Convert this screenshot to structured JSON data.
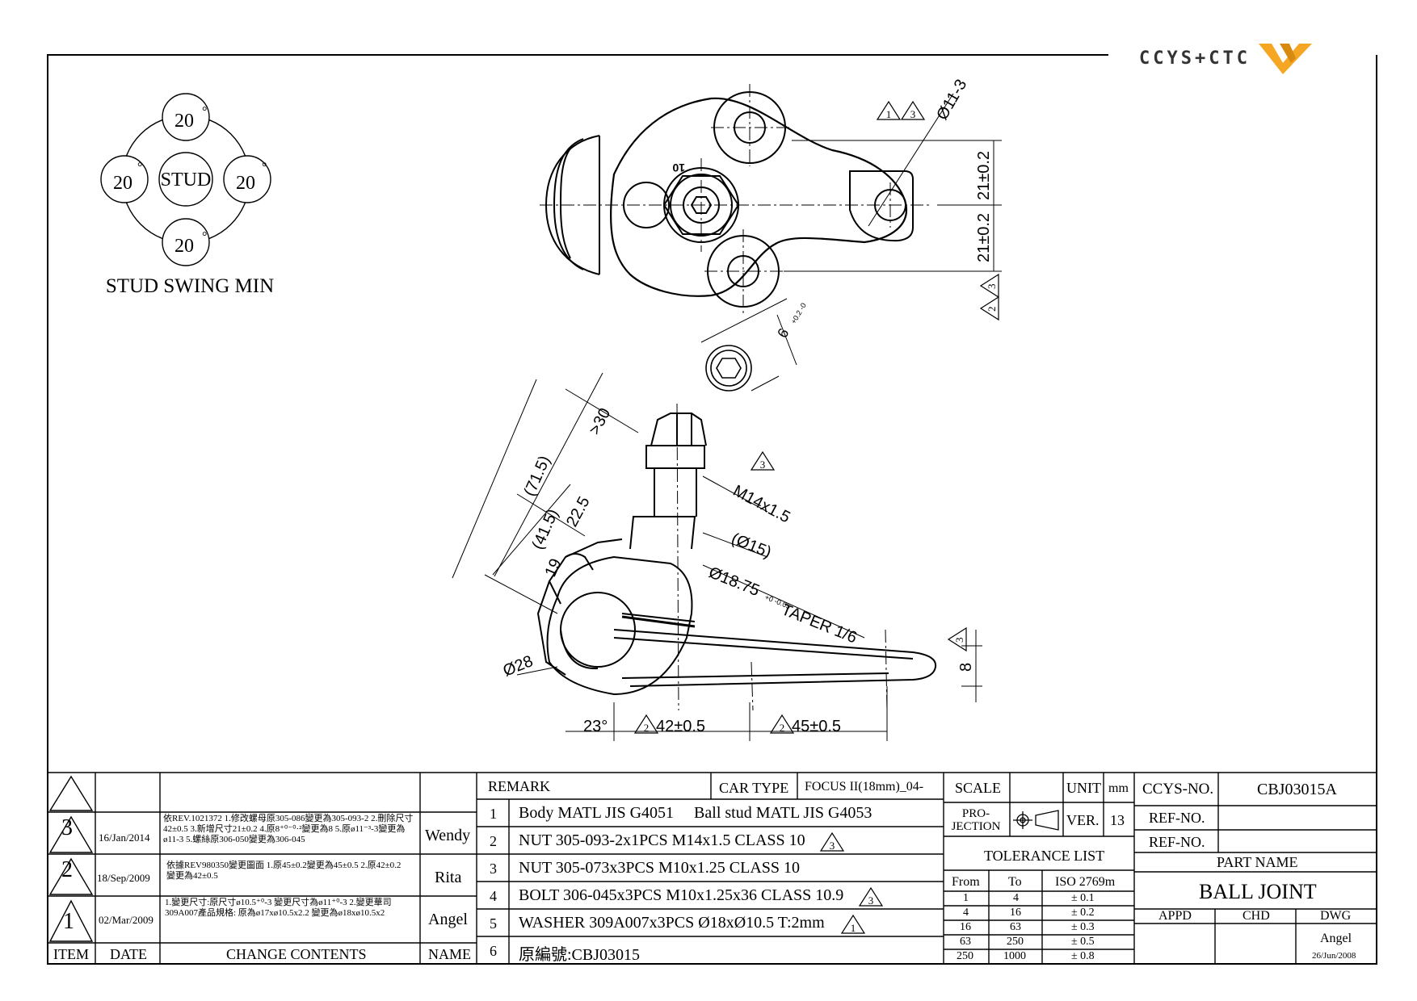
{
  "logo": {
    "text": "CCYS+CTC"
  },
  "stud_swing": {
    "title": "STUD SWING MIN",
    "center": "STUD",
    "angles": [
      "20",
      "20",
      "20",
      "20"
    ],
    "degree_mark": "°"
  },
  "dims": {
    "hole_dia": "Ø11-3",
    "spacing_1": "21±0.2",
    "spacing_2": "21±0.2",
    "len_30": ">30",
    "len_715": "(71.5)",
    "len_415": "(41.5)",
    "len_225": "22.5",
    "len_19": "19",
    "thread": "M14x1.5",
    "dia_15": "(Ø15)",
    "taper_dia": "Ø18.75",
    "taper_tol": "+0 -0.05",
    "taper": "TAPER 1/6",
    "dia_28": "Ø28",
    "thick_8": "8",
    "angle_23": "23°",
    "dist_42": "42±0.5",
    "dist_45": "45±0.5",
    "hex_6": "6",
    "hex_tol": "+0.2 -0",
    "nut_mark": "10",
    "rev_marks": [
      "1",
      "3",
      "2",
      "3",
      "3",
      "2",
      "2",
      "3"
    ]
  },
  "changes": {
    "headers": {
      "item": "ITEM",
      "date": "DATE",
      "contents": "CHANGE CONTENTS",
      "name": "NAME"
    },
    "rows": [
      {
        "item": "3",
        "date": "16/Jan/2014",
        "name": "Wendy",
        "content": "依REV.1021372 1.修改螺母原305-086變更為305-093-2 2.刪除尺寸42±0.5 3.新增尺寸21±0.2 4.原8⁺⁰⁻⁰·²變更為8 5.原ø11⁻³-3變更為ø11-3 5.螺絲原306-050變更為306-045"
      },
      {
        "item": "2",
        "date": "18/Sep/2009",
        "name": "Rita",
        "content": "依據REV980350變更圖面 1.原45±0.2變更為45±0.5 2.原42±0.2變更為42±0.5"
      },
      {
        "item": "1",
        "date": "02/Mar/2009",
        "name": "Angel",
        "content": "1.變更尺寸:原尺寸ø10.5⁺⁰-3 變更尺寸為ø11⁺⁰-3 2.變更華司309A007產品規格: 原為ø17xø10.5x2.2 變更為ø18xø10.5x2"
      }
    ]
  },
  "remark": {
    "label": "REMARK",
    "car_type_label": "CAR TYPE",
    "car_type": "FOCUS II(18mm)_04-",
    "rows": [
      {
        "n": "1",
        "text": "Body MATL JIS G4051     Ball stud MATL JIS G4053",
        "rev": ""
      },
      {
        "n": "2",
        "text": "NUT 305-093-2x1PCS M14x1.5 CLASS 10",
        "rev": "3"
      },
      {
        "n": "3",
        "text": "NUT 305-073x3PCS M10x1.25 CLASS 10",
        "rev": ""
      },
      {
        "n": "4",
        "text": "BOLT 306-045x3PCS M10x1.25x36 CLASS 10.9",
        "rev": "3"
      },
      {
        "n": "5",
        "text": "WASHER 309A007x3PCS Ø18xØ10.5 T:2mm",
        "rev": "1"
      },
      {
        "n": "6",
        "text": "原編號:CBJ03015",
        "rev": ""
      }
    ]
  },
  "spec": {
    "scale_label": "SCALE",
    "scale": "",
    "unit_label": "UNIT",
    "unit": "mm",
    "projection_label": "PRO-JECTION",
    "ver_label": "VER.",
    "ver": "13",
    "tolerance_title": "TOLERANCE LIST",
    "tol_headers": [
      "From",
      "To",
      "ISO 2769m"
    ],
    "tol_rows": [
      [
        "1",
        "4",
        "± 0.1"
      ],
      [
        "4",
        "16",
        "± 0.2"
      ],
      [
        "16",
        "63",
        "± 0.3"
      ],
      [
        "63",
        "250",
        "± 0.5"
      ],
      [
        "250",
        "1000",
        "± 0.8"
      ]
    ]
  },
  "ident": {
    "ccys_label": "CCYS-NO.",
    "ccys_no": "CBJ03015A",
    "ref_label_1": "REF-NO.",
    "ref_no_1": "",
    "ref_label_2": "REF-NO.",
    "ref_no_2": "",
    "part_name_label": "PART NAME",
    "part_name": "BALL JOINT",
    "appd": "APPD",
    "chd": "CHD",
    "dwg": "DWG",
    "drawer": "Angel",
    "draw_date": "26/Jun/2008"
  }
}
